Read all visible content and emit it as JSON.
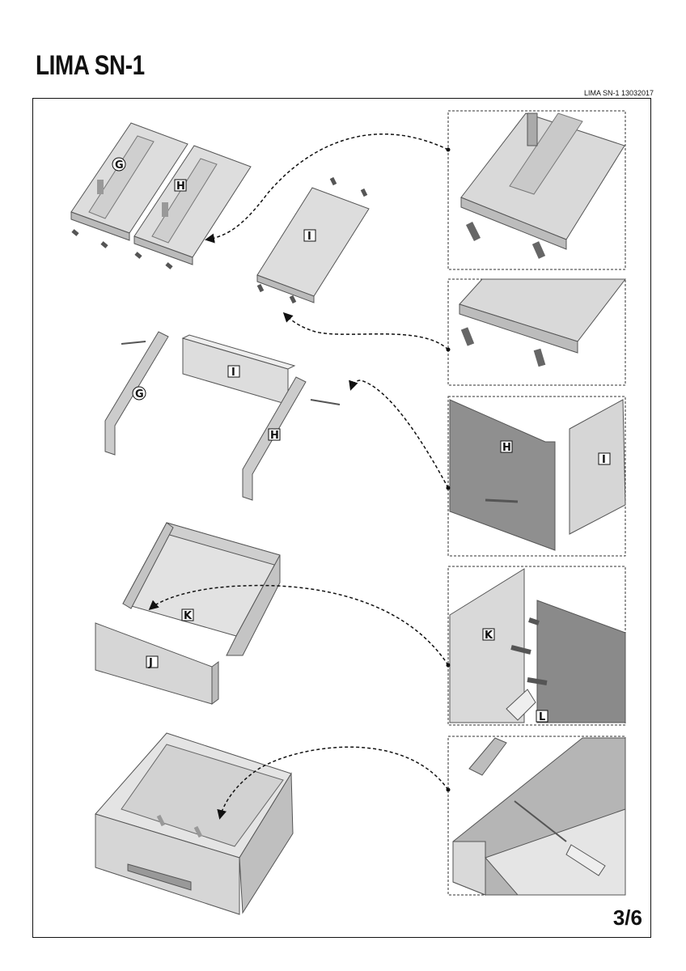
{
  "header": {
    "title": "LIMA SN-1",
    "code": "LIMA SN-1 13032017"
  },
  "footer": {
    "page": "3/6"
  },
  "parts": {
    "g": "G",
    "h": "H",
    "i": "I",
    "j": "J",
    "k": "K",
    "l": "L"
  }
}
